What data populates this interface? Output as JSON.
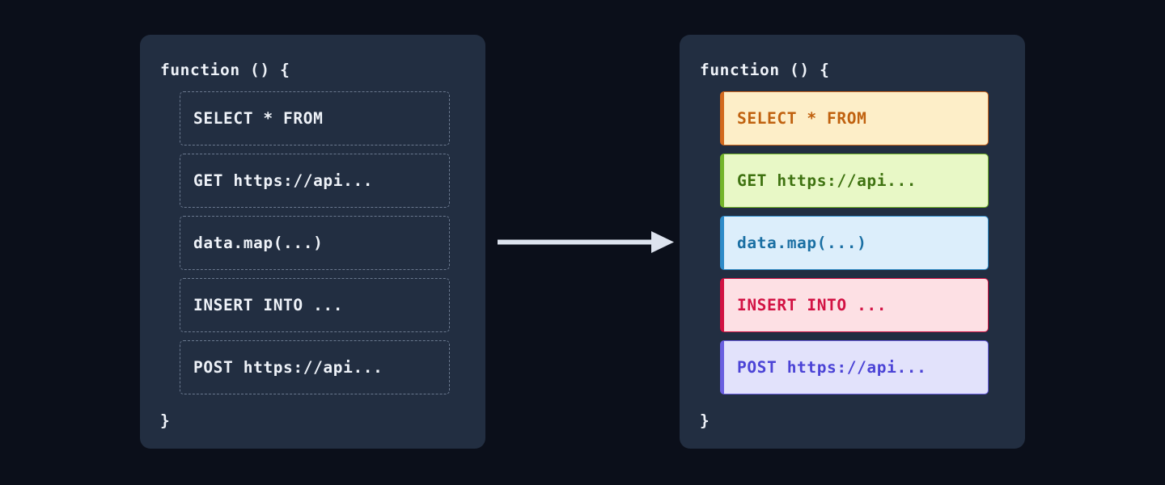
{
  "background_color": "#0b0f1a",
  "panel_color": "#222e41",
  "left_panel": {
    "title": "unhighlighted-code-panel",
    "code_open": "function () {",
    "code_close": "}",
    "statements": [
      {
        "text": "SELECT * FROM"
      },
      {
        "text": "GET https://api..."
      },
      {
        "text": "data.map(...)"
      },
      {
        "text": "INSERT INTO ..."
      },
      {
        "text": "POST https://api..."
      }
    ]
  },
  "right_panel": {
    "title": "highlighted-code-panel",
    "code_open": "function () {",
    "code_close": "}",
    "statements": [
      {
        "text": "SELECT * FROM",
        "kind": "sql-select",
        "fill": "#fdeec8",
        "text_color": "#c0610f",
        "accent": "#d2691e"
      },
      {
        "text": "GET https://api...",
        "kind": "http-get",
        "fill": "#e8f8c6",
        "text_color": "#3e7210",
        "accent": "#74b52b"
      },
      {
        "text": "data.map(...)",
        "kind": "js-map",
        "fill": "#dceefb",
        "text_color": "#1a6fa3",
        "accent": "#2e8bc8"
      },
      {
        "text": "INSERT INTO ...",
        "kind": "sql-insert",
        "fill": "#fde0e4",
        "text_color": "#d21243",
        "accent": "#d21243"
      },
      {
        "text": "POST https://api...",
        "kind": "http-post",
        "fill": "#e2e2fb",
        "text_color": "#4b43d6",
        "accent": "#6a5fe0"
      }
    ]
  },
  "arrow": {
    "label": "transform-arrow",
    "color": "#dde3ee",
    "direction": "right"
  }
}
